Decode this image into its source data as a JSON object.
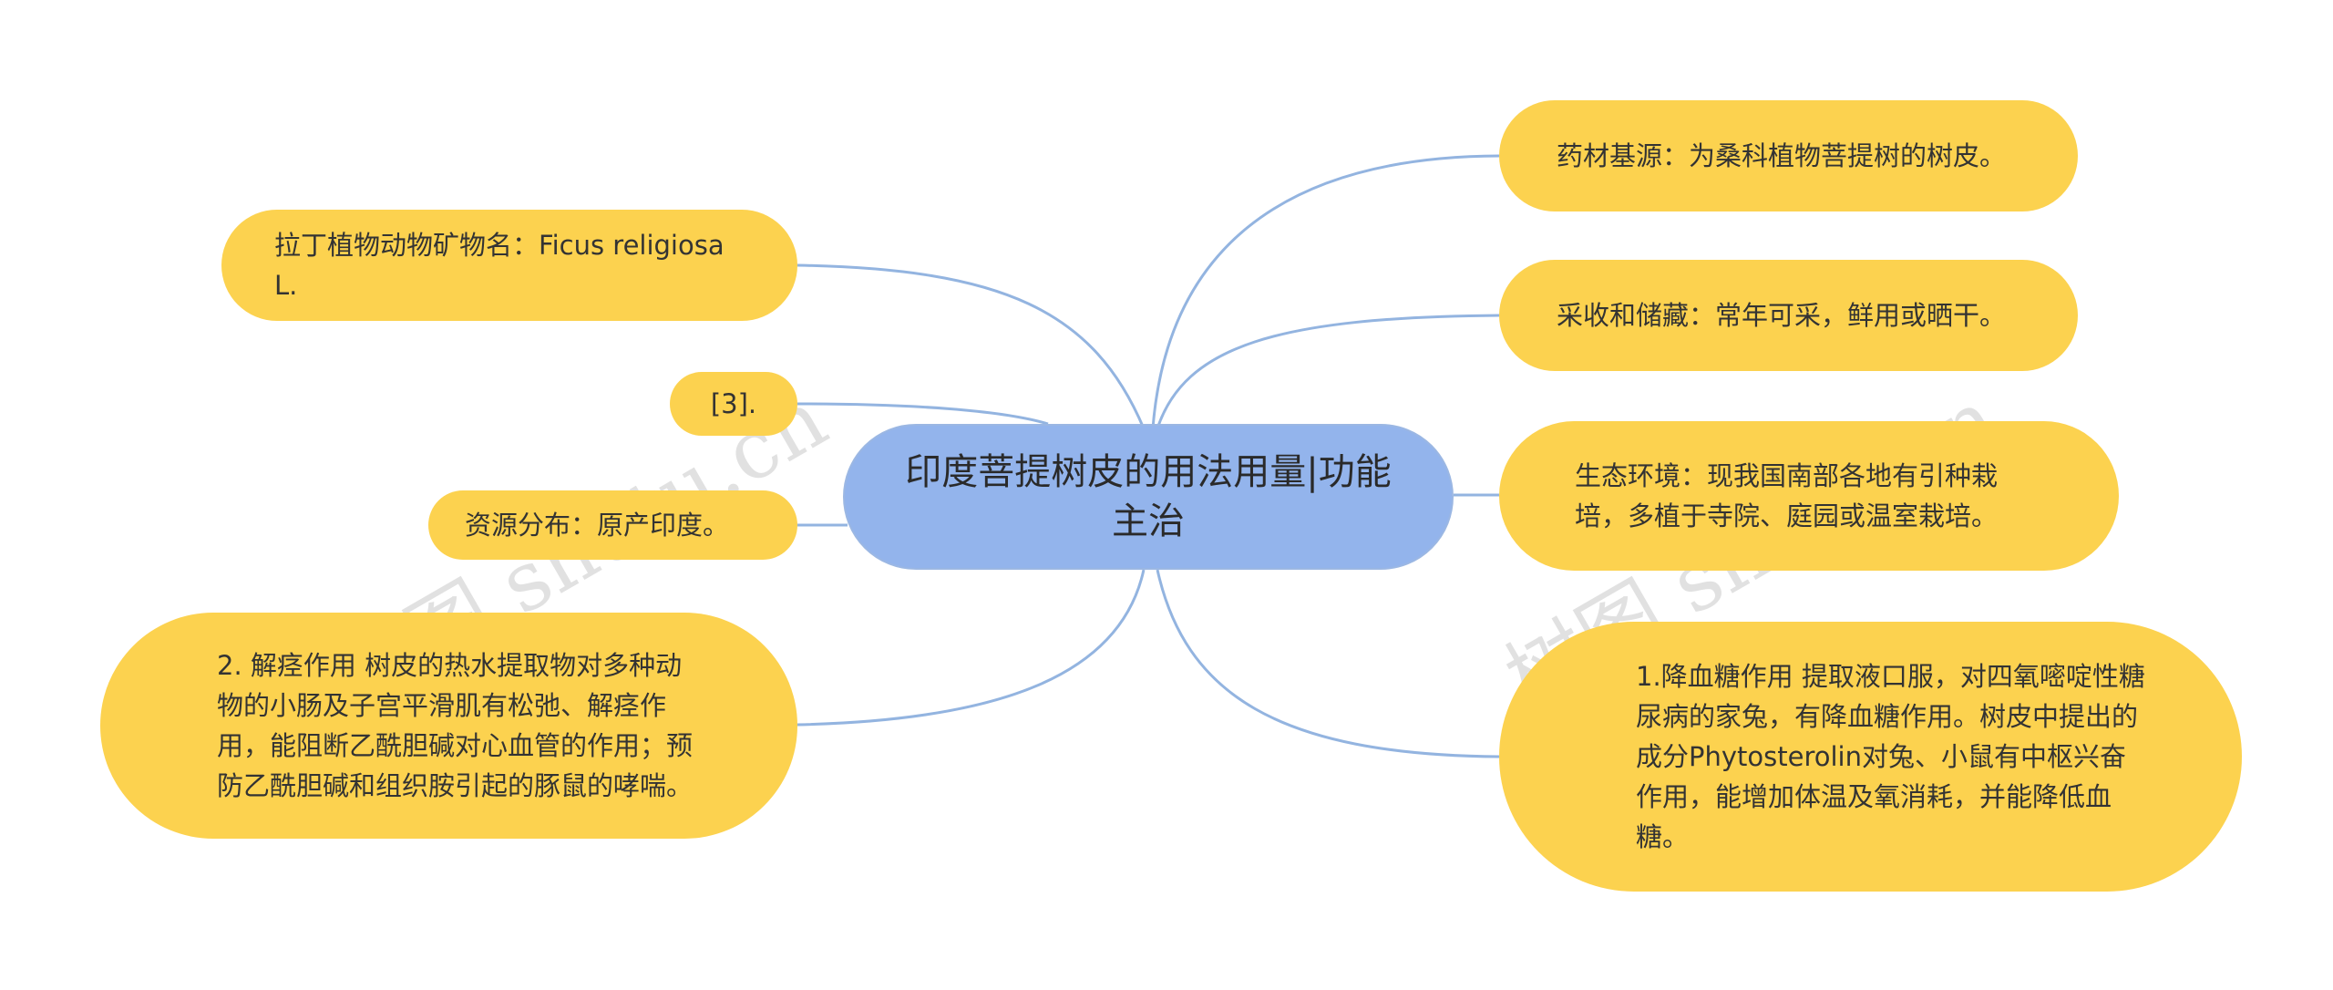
{
  "diagram": {
    "center": {
      "label": "印度菩提树皮的用法用量|功能主治"
    },
    "left_nodes": [
      {
        "id": "latin-name",
        "label": "拉丁植物动物矿物名：Ficus religiosa L."
      },
      {
        "id": "ref",
        "label": "[3]."
      },
      {
        "id": "distribution",
        "label": "资源分布：原产印度。"
      },
      {
        "id": "antispasmodic",
        "label": "2. 解痉作用 树皮的热水提取物对多种动物的小肠及子宫平滑肌有松弛、解痉作用，能阻断乙酰胆碱对心血管的作用；预防乙酰胆碱和组织胺引起的豚鼠的哮喘。"
      }
    ],
    "right_nodes": [
      {
        "id": "source",
        "label": "药材基源：为桑科植物菩提树的树皮。"
      },
      {
        "id": "harvest",
        "label": "采收和储藏：常年可采，鲜用或晒干。"
      },
      {
        "id": "habitat",
        "label": "生态环境：现我国南部各地有引种栽培，多植于寺院、庭园或温室栽培。"
      },
      {
        "id": "hypoglycemic",
        "label": "1.降血糖作用 提取液口服，对四氧嘧啶性糖尿病的家兔，有降血糖作用。树皮中提出的成分Phytosterolin对兔、小鼠有中枢兴奋作用，能增加体温及氧消耗，并能降低血糖。"
      }
    ],
    "colors": {
      "branch_node": "#fcd24f",
      "center_node": "#93b4ec",
      "connector": "#93b4e0"
    }
  },
  "watermark": {
    "text": "树图 shutu.cn"
  }
}
